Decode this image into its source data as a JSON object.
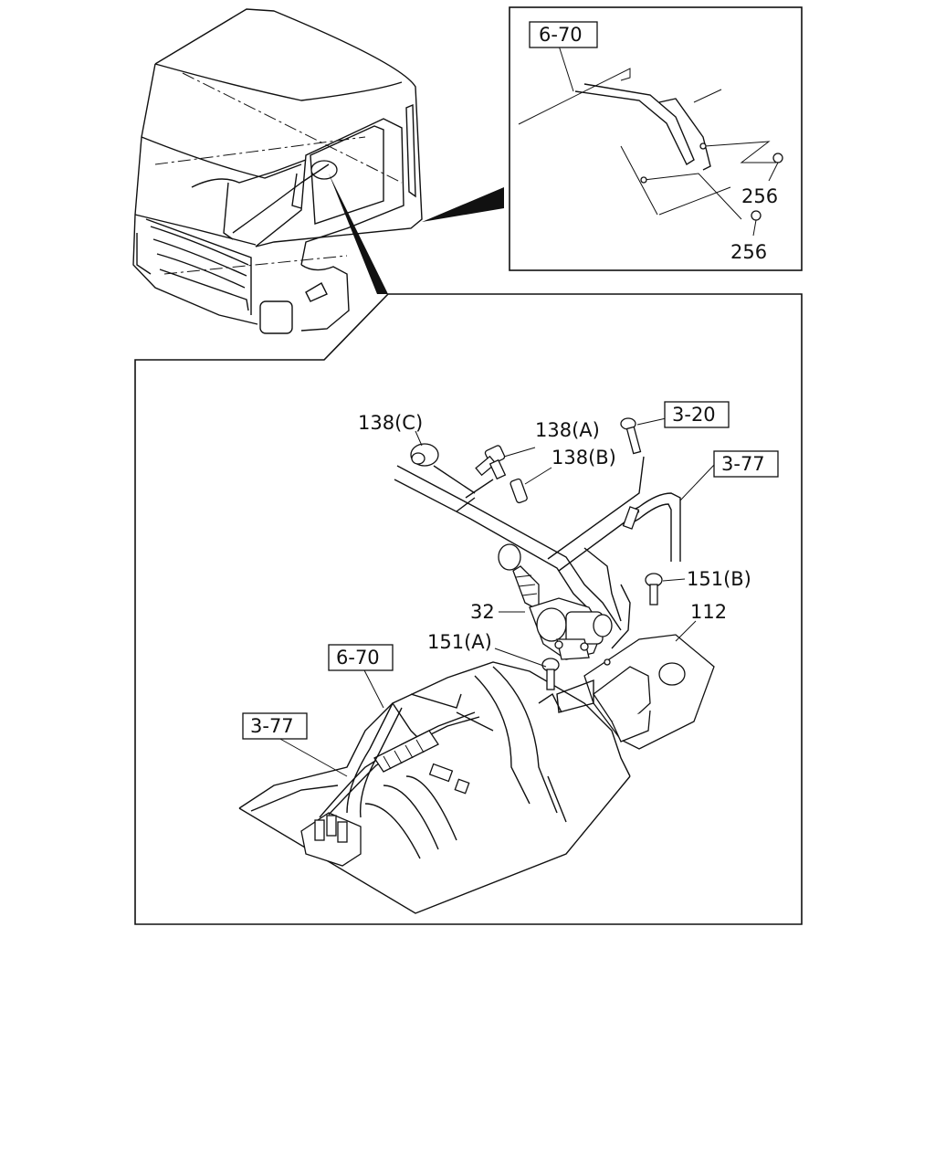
{
  "callouts": {
    "inset_ref": "6-70",
    "inset_grommet_a": "256",
    "inset_grommet_b": "256",
    "grommet_c": "138(C)",
    "grommet_a": "138(A)",
    "grommet_b": "138(B)",
    "ref_top": "3-20",
    "ref_pipe_top": "3-77",
    "bolt_b": "151(B)",
    "bracket": "112",
    "cylinder": "32",
    "bolt_a": "151(A)",
    "ref_floor": "6-70",
    "ref_pipe_floor": "3-77"
  }
}
